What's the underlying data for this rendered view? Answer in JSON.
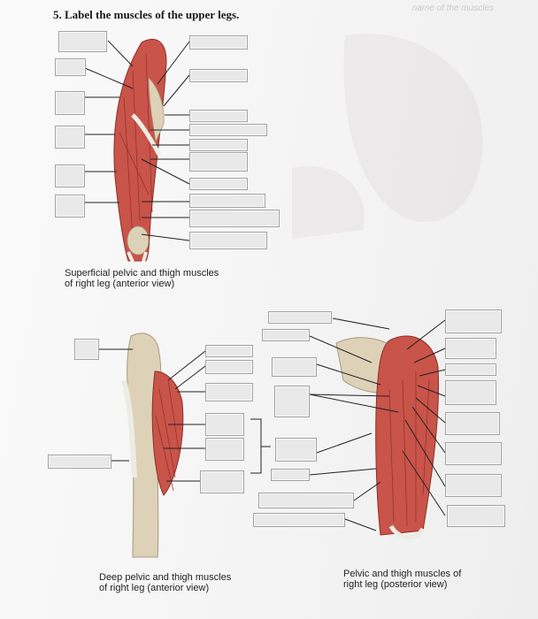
{
  "question": {
    "title": "5. Label the muscles of the upper legs.",
    "faint_text": "name of the muscles"
  },
  "figures": [
    {
      "caption_lines": [
        "Superficial pelvic and thigh muscles",
        "of right leg (anterior view)"
      ]
    },
    {
      "caption_lines": [
        "Deep pelvic and thigh muscles",
        "of right leg (anterior view)"
      ]
    },
    {
      "caption_lines": [
        "Pelvic and thigh muscles of",
        "right leg (posterior view)"
      ]
    }
  ],
  "colors": {
    "muscle": "#c8544a",
    "muscle_dark": "#8e2f28",
    "bone": "#ddd2b8",
    "tendon": "#ecece4",
    "label_box": "#e9e9e9",
    "leader_line": "#222222"
  }
}
